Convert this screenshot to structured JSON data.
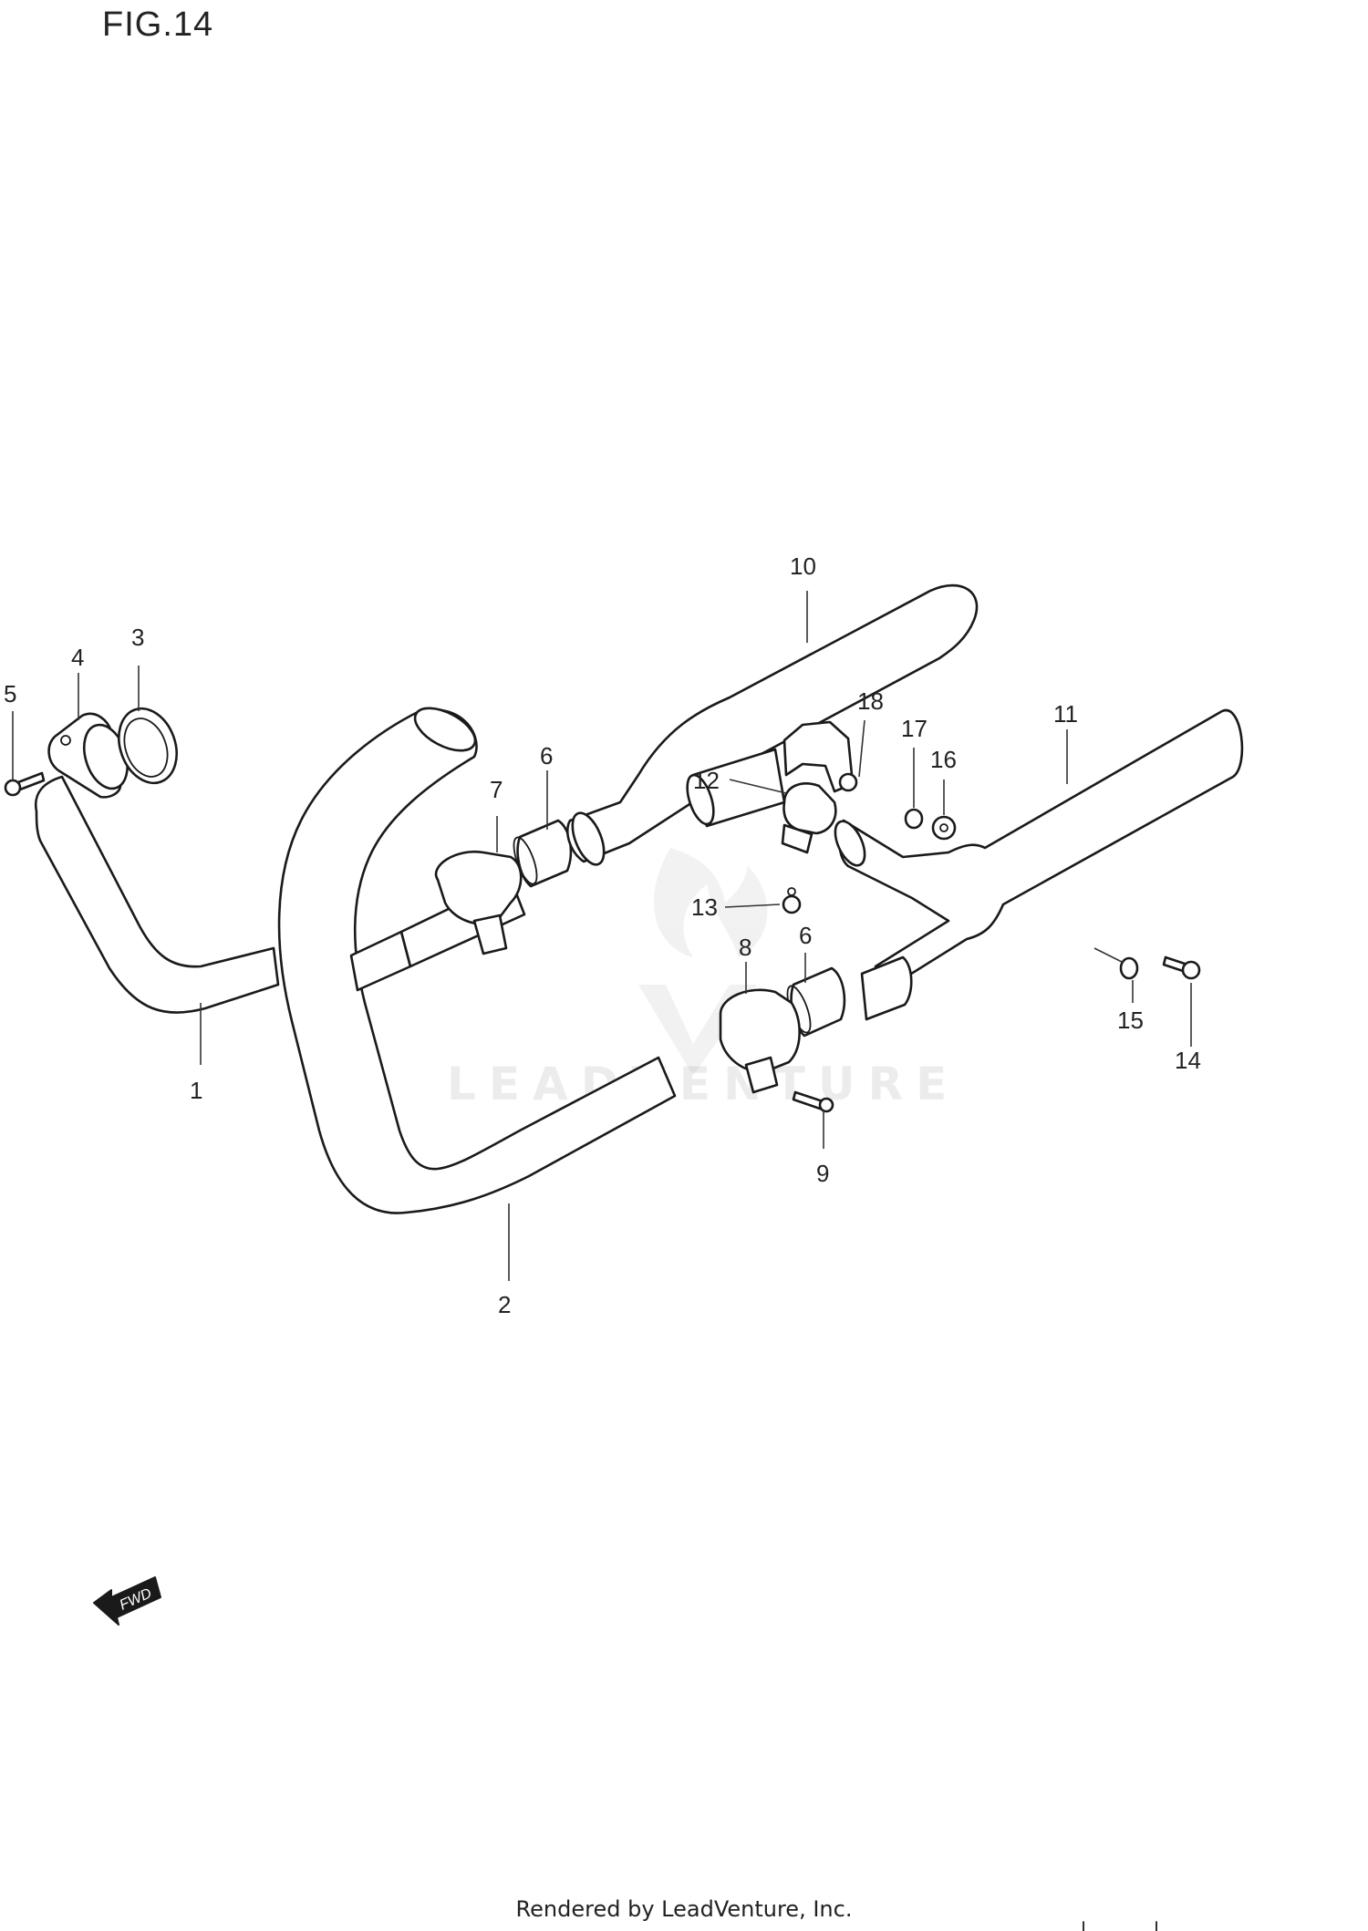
{
  "figure": {
    "title": "FIG.14",
    "footer": "Rendered by LeadVenture, Inc.",
    "watermark": "LEADVENTURE",
    "fwd_label": "FWD"
  },
  "callouts": [
    {
      "id": "1",
      "label": "1"
    },
    {
      "id": "2",
      "label": "2"
    },
    {
      "id": "3",
      "label": "3"
    },
    {
      "id": "4",
      "label": "4"
    },
    {
      "id": "5",
      "label": "5"
    },
    {
      "id": "6a",
      "label": "6"
    },
    {
      "id": "6b",
      "label": "6"
    },
    {
      "id": "7",
      "label": "7"
    },
    {
      "id": "8",
      "label": "8"
    },
    {
      "id": "9",
      "label": "9"
    },
    {
      "id": "10",
      "label": "10"
    },
    {
      "id": "11",
      "label": "11"
    },
    {
      "id": "12",
      "label": "12"
    },
    {
      "id": "13",
      "label": "13"
    },
    {
      "id": "14",
      "label": "14"
    },
    {
      "id": "15",
      "label": "15"
    },
    {
      "id": "16",
      "label": "16"
    },
    {
      "id": "17",
      "label": "17"
    },
    {
      "id": "18",
      "label": "18"
    }
  ]
}
